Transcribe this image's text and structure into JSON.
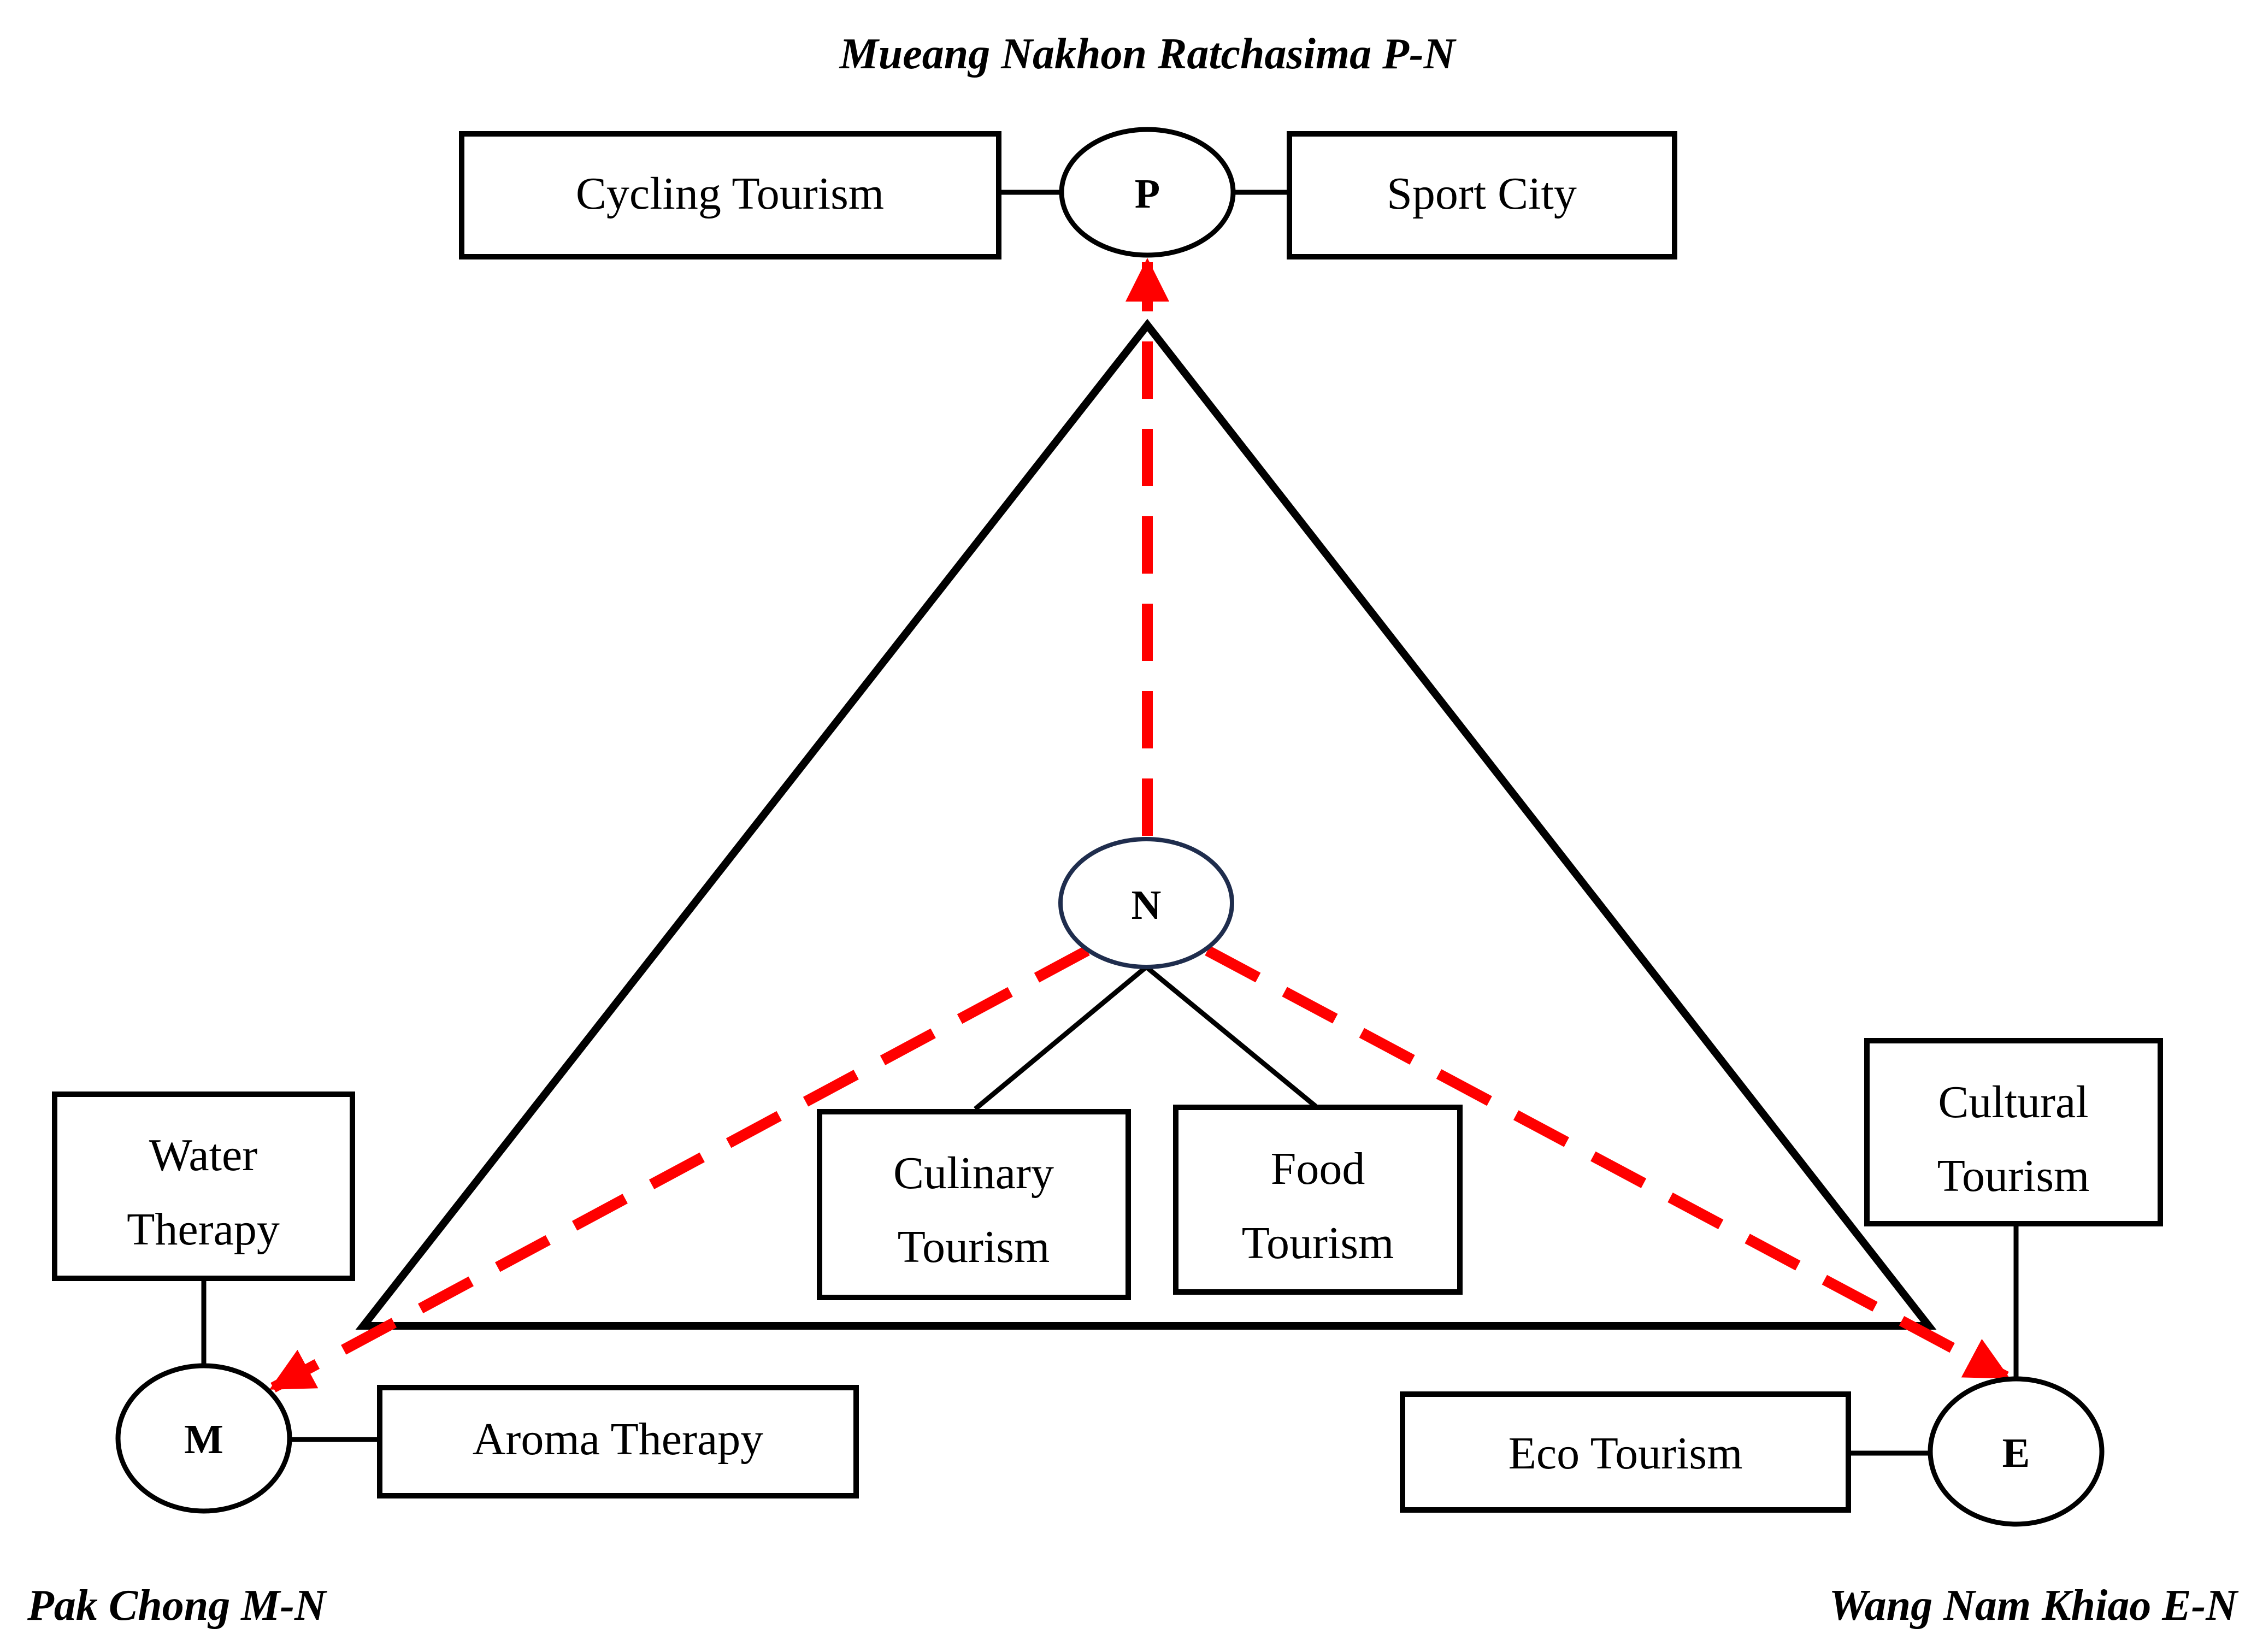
{
  "regions": {
    "top": "Mueang Nakhon Ratchasima P-N",
    "left": "Pak Chong M-N",
    "right": "Wang Nam Khiao E-N"
  },
  "nodes": {
    "p": "P",
    "n": "N",
    "m": "M",
    "e": "E"
  },
  "boxes": {
    "cycling_tourism": "Cycling Tourism",
    "sport_city": "Sport City",
    "water_therapy": [
      "Water",
      "Therapy"
    ],
    "aroma_therapy": "Aroma Therapy",
    "culinary_tourism": [
      "Culinary",
      "Tourism"
    ],
    "food_tourism": [
      "Food",
      "Tourism"
    ],
    "cultural_tourism": [
      "Cultural",
      "Tourism"
    ],
    "eco_tourism": "Eco Tourism"
  },
  "colors": {
    "line": "#000000",
    "arrow": "#ff0000",
    "node_n_border": "#1f2d4d"
  }
}
